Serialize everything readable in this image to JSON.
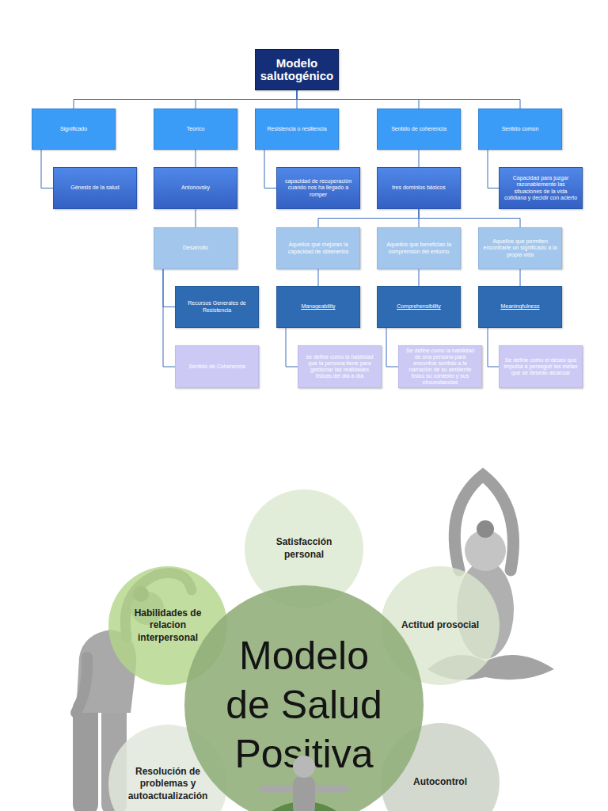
{
  "diagram": {
    "nodes": [
      {
        "text": [
          "Modelo salutogénico"
        ]
      },
      {
        "text": [
          "Significado"
        ]
      },
      {
        "text": [
          "Teorico"
        ]
      },
      {
        "text": [
          "Resistencia o resiliencia"
        ]
      },
      {
        "text": [
          "Sentido de coherencia"
        ]
      },
      {
        "text": [
          "Sentido común"
        ]
      },
      {
        "text": [
          "Génesis de la salud"
        ]
      },
      {
        "text": [
          "Antonovsky"
        ]
      },
      {
        "text": [
          "capacidad de recuperación cuando nos ha llegado a romper"
        ]
      },
      {
        "text": [
          "tres dominios básicos"
        ]
      },
      {
        "text": [
          "Capacidad para juzgar razonablemente las situaciones de la vida cotidiana y decidir con acierto"
        ]
      },
      {
        "text": [
          "Desarrollo"
        ]
      },
      {
        "text": [
          "Aquellos que mejoran la capacidad de obtenerlos"
        ]
      },
      {
        "text": [
          "Aquellos que benefician la comprensión del entorno"
        ]
      },
      {
        "text": [
          "Aquellos que permiten encontrarle un significado a la propia vida"
        ]
      },
      {
        "text": [
          "Recursos Generales de Resistencia"
        ]
      },
      {
        "text": [
          "Manageability"
        ]
      },
      {
        "text": [
          "Comprehensibility"
        ]
      },
      {
        "text": [
          "Meaningfulness"
        ]
      },
      {
        "text": [
          "Sentido de Coherencia"
        ]
      },
      {
        "text": [
          "se define como la habilidad que la persona tiene para gestionar las realidades físicas del día a día"
        ]
      },
      {
        "text": [
          "Se define como la habilidad de una persona para encontrar sentido a la narración de su ambiente físico su contexto y sus circunstancias"
        ]
      },
      {
        "text": [
          "Se define como el deseo que impulsa a perseguir las metas que se desean alcanzar"
        ]
      },
      {
        "text": [
          "Satisfacción personal"
        ]
      },
      {
        "text": [
          "Habilidades de relacion interpersonal"
        ]
      },
      {
        "text": [
          "Actitud prosocial"
        ]
      },
      {
        "text": [
          "Modelo de Salud Positiva"
        ]
      },
      {
        "text": [
          "Resolución de problemas y autoactualización"
        ]
      },
      {
        "text": [
          "Autocontrol"
        ]
      }
    ],
    "edges": [
      {
        "from": 0,
        "to": 1,
        "arrow": "none"
      },
      {
        "from": 0,
        "to": 2,
        "arrow": "none"
      },
      {
        "from": 0,
        "to": 3,
        "arrow": "none"
      },
      {
        "from": 0,
        "to": 4,
        "arrow": "none"
      },
      {
        "from": 0,
        "to": 5,
        "arrow": "none"
      },
      {
        "from": 1,
        "to": 6,
        "arrow": "none"
      },
      {
        "from": 2,
        "to": 7,
        "arrow": "none"
      },
      {
        "from": 3,
        "to": 8,
        "arrow": "none"
      },
      {
        "from": 4,
        "to": 9,
        "arrow": "none"
      },
      {
        "from": 5,
        "to": 10,
        "arrow": "none"
      },
      {
        "from": 7,
        "to": 11,
        "arrow": "none"
      },
      {
        "from": 11,
        "to": 15,
        "arrow": "none"
      },
      {
        "from": 11,
        "to": 19,
        "arrow": "none"
      },
      {
        "from": 9,
        "to": 12,
        "arrow": "none"
      },
      {
        "from": 9,
        "to": 13,
        "arrow": "none"
      },
      {
        "from": 9,
        "to": 14,
        "arrow": "none"
      },
      {
        "from": 12,
        "to": 16,
        "arrow": "none"
      },
      {
        "from": 13,
        "to": 17,
        "arrow": "none"
      },
      {
        "from": 14,
        "to": 18,
        "arrow": "none"
      },
      {
        "from": 16,
        "to": 20,
        "arrow": "none"
      },
      {
        "from": 17,
        "to": 21,
        "arrow": "none"
      },
      {
        "from": 18,
        "to": 22,
        "arrow": "none"
      }
    ]
  }
}
